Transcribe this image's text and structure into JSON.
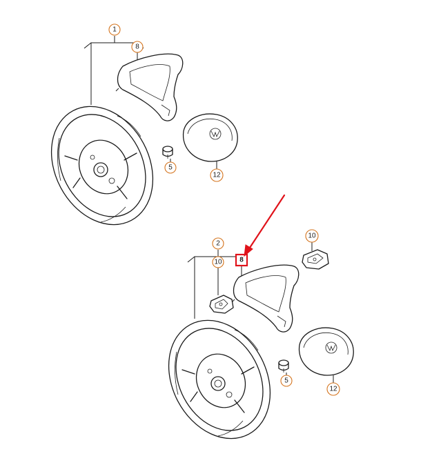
{
  "diagram": {
    "assembly_top_label": "1",
    "assembly_bottom_label": "2",
    "callouts_top": {
      "cover_trim": "8",
      "bolt": "5",
      "airbag": "12"
    },
    "callouts_bottom": {
      "cover_trim": "8",
      "bolt": "5",
      "airbag": "12",
      "switch_left": "10",
      "switch_right": "10"
    },
    "highlight_color": "#e0121a",
    "callout_ring_color": "#d4731c"
  }
}
